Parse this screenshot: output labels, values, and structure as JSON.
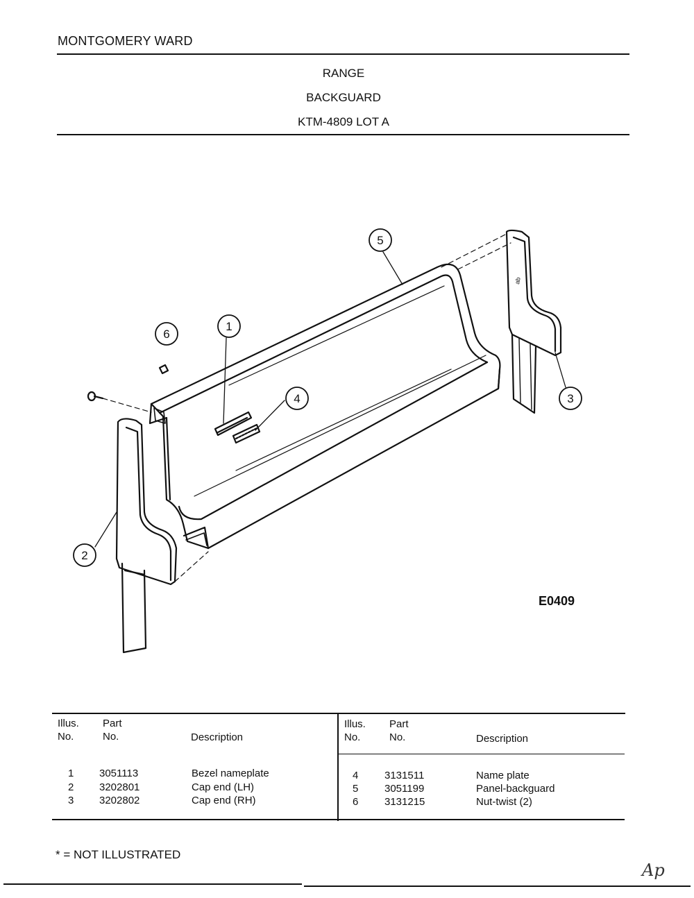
{
  "header": {
    "brand": "MONTGOMERY WARD",
    "title_lines": [
      "RANGE",
      "BACKGUARD",
      "KTM-4809 LOT A"
    ]
  },
  "diagram": {
    "figure_code": "E0409",
    "callouts": [
      "1",
      "2",
      "3",
      "4",
      "5",
      "6"
    ]
  },
  "parts_table": {
    "headers": {
      "illus_1": "Illus.",
      "illus_2": "No.",
      "part_1": "Part",
      "part_2": "No.",
      "description": "Description"
    },
    "left_rows": [
      {
        "illus": "1",
        "part": "3051113",
        "description": "Bezel nameplate"
      },
      {
        "illus": "2",
        "part": "3202801",
        "description": "Cap end (LH)"
      },
      {
        "illus": "3",
        "part": "3202802",
        "description": "Cap end (RH)"
      }
    ],
    "right_rows": [
      {
        "illus": "4",
        "part": "3131511",
        "description": "Name plate"
      },
      {
        "illus": "5",
        "part": "3051199",
        "description": "Panel-backguard"
      },
      {
        "illus": "6",
        "part": "3131215",
        "description": "Nut-twist (2)"
      }
    ]
  },
  "footer": {
    "note": "* = NOT ILLUSTRATED",
    "initials": "Ap"
  }
}
